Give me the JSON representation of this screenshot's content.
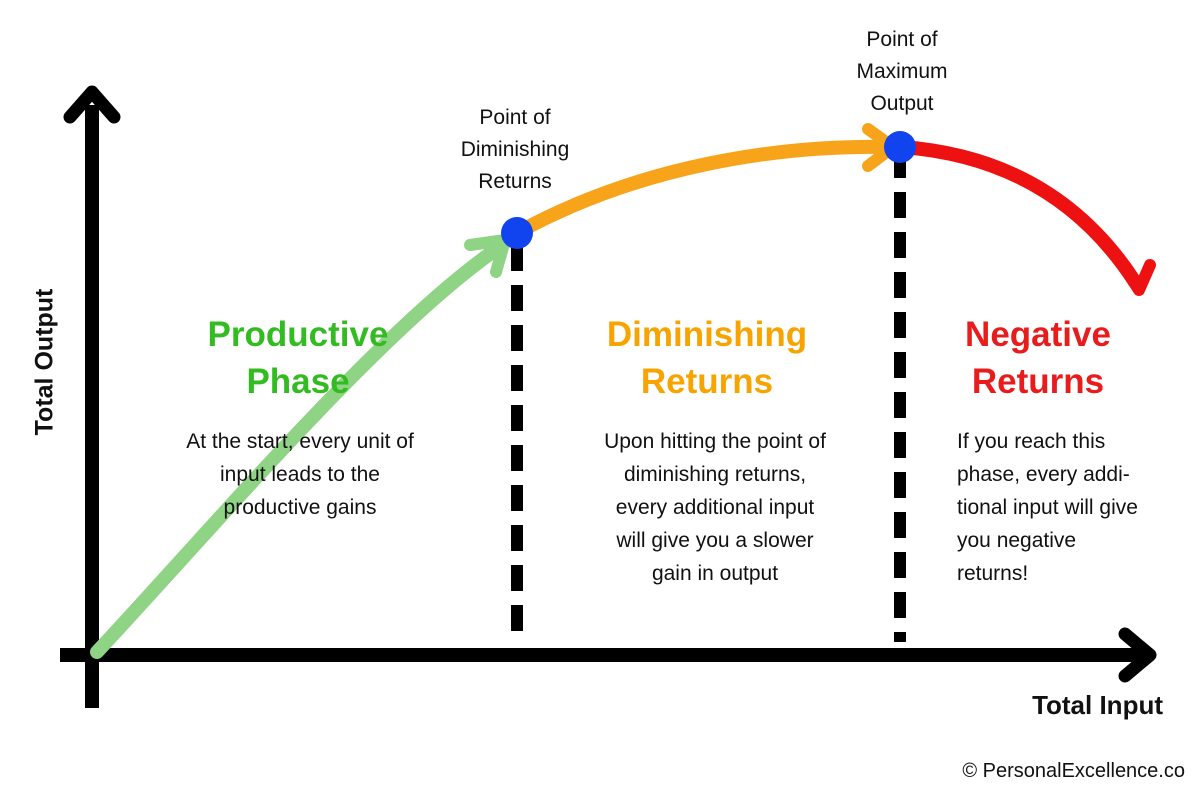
{
  "axes": {
    "y_label": "Total Output",
    "x_label": "Total Input"
  },
  "points": {
    "diminishing": "Point of\nDiminishing\nReturns",
    "maximum": "Point of\nMaximum\nOutput"
  },
  "phases": {
    "productive": {
      "title": "Productive\nPhase",
      "description": "At the start, every unit of\ninput leads to the\nproductive gains",
      "color": "#33bb22"
    },
    "diminishing": {
      "title": "Diminishing\nReturns",
      "description": "Upon hitting the point of\ndiminishing returns,\nevery additional input\nwill give you a slower\ngain in output",
      "color": "#f7a400"
    },
    "negative": {
      "title": "Negative\nReturns",
      "description": "If you reach this\nphase, every addi-\ntional input will give\nyou negative\nreturns!",
      "color": "#e81c1c"
    }
  },
  "colors": {
    "productive_curve": "#8fd384",
    "diminishing_curve": "#f7a41b",
    "negative_curve": "#ee1111",
    "point_marker": "#1144ee",
    "axis": "#000000"
  },
  "copyright": "© PersonalExcellence.co"
}
